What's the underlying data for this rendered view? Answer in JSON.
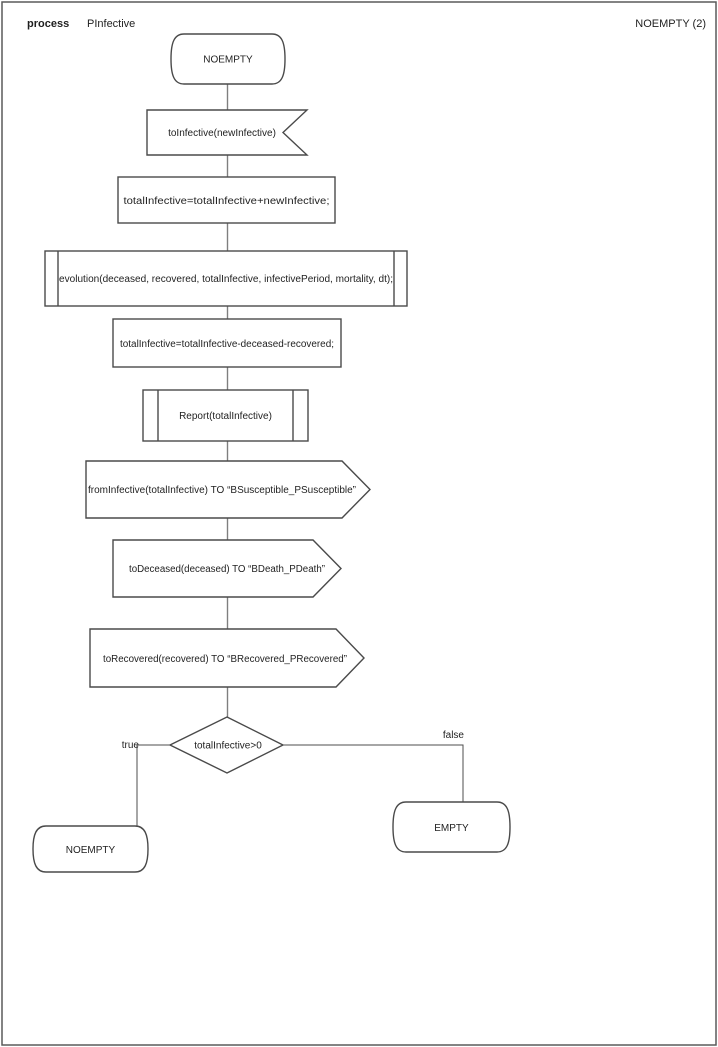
{
  "page": {
    "header": {
      "kind_label": "process",
      "process_name": "PInfective",
      "state_ref": "NOEMPTY (2)"
    },
    "colors": {
      "background": "#ffffff",
      "border": "#5a5a5a",
      "shape_stroke": "#4a4a4a",
      "connector": "#7f7f7f",
      "branch": "#4d4d4d",
      "text": "#1f1f1f"
    },
    "nodes": {
      "start_state": "NOEMPTY",
      "input_signal": "toInfective(newInfective)",
      "task_accumulate": "totalInfective=totalInfective+newInfective;",
      "procedure_evolution": "evolution(deceased, recovered, totalInfective, infectivePeriod, mortality, dt);",
      "task_update": "totalInfective=totalInfective-deceased-recovered;",
      "procedure_report": "Report(totalInfective)",
      "output_susceptible": "fromInfective(totalInfective) TO “BSusceptible_PSusceptible”",
      "output_death": "toDeceased(deceased) TO “BDeath_PDeath”",
      "output_recovered": "toRecovered(recovered) TO “BRecovered_PRecovered”",
      "decision_condition": "totalInfective>0",
      "branch_true_label": "true",
      "branch_false_label": "false",
      "next_state_true": "NOEMPTY",
      "next_state_false": "EMPTY"
    }
  }
}
